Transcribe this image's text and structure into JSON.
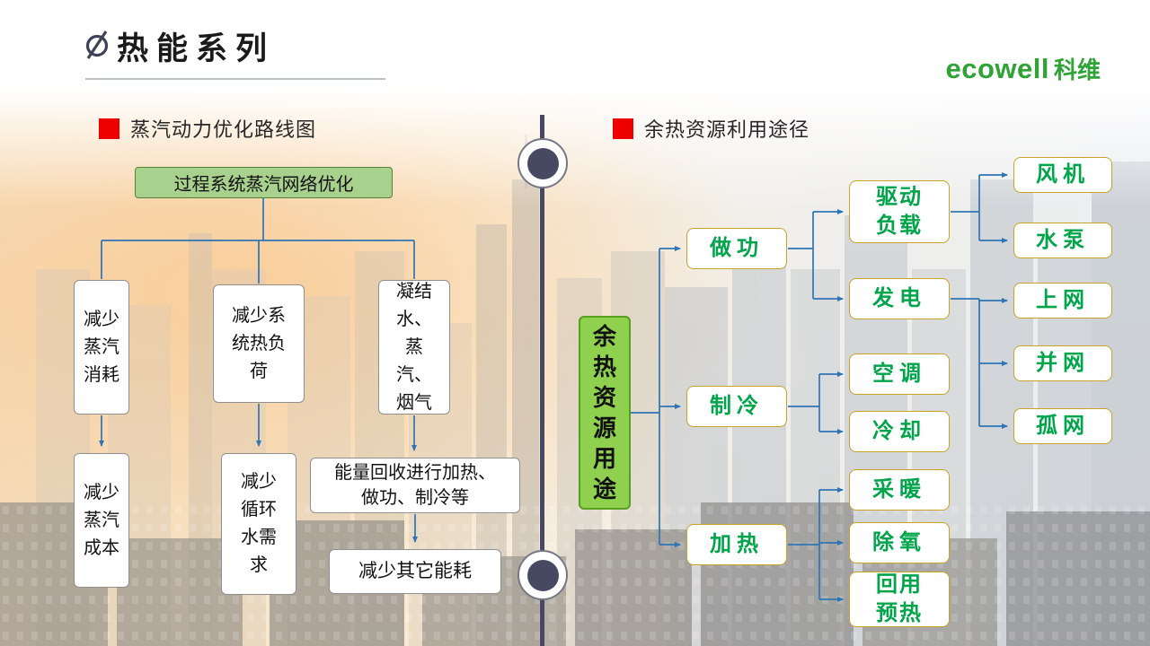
{
  "header": {
    "title": "热能系列",
    "logo": {
      "brand": "ecowell",
      "cn": "科维"
    }
  },
  "left_chart": {
    "heading": "蒸汽动力优化路线图",
    "root": "过程系统蒸汽网络优化",
    "branches": {
      "steam_consumption": "减少蒸汽消耗",
      "system_heat_load": "减少系统热负荷",
      "condensate": "凝结水、蒸汽、烟气"
    },
    "outcomes": {
      "steam_cost": "减少蒸汽成本",
      "circulating_water": "减少循环水需求",
      "energy_recovery": "能量回收进行加热、做功、制冷等",
      "other_energy": "减少其它能耗"
    }
  },
  "right_chart": {
    "heading": "余热资源利用途径",
    "root": "余热资源用途",
    "uses": {
      "work": "做功",
      "cooling": "制冷",
      "heating": "加热"
    },
    "work_targets": {
      "drive_load": "驱动负载",
      "power_generation": "发电"
    },
    "drive_targets": {
      "fan": "风机",
      "pump": "水泵"
    },
    "power_targets": {
      "grid": "上网",
      "grid_tied": "并网",
      "island": "孤网"
    },
    "cooling_targets": {
      "air_conditioning": "空调",
      "chilling": "冷却"
    },
    "heating_targets": {
      "space_heating": "采暖",
      "deaeration": "除氧",
      "reuse_preheat": "回用预热"
    }
  },
  "colors": {
    "accent_blue": "#2e74b5",
    "accent_green_light": "#a9d18e",
    "accent_green_bright": "#8fd04f",
    "gold_border": "#c9a227",
    "green_text": "#00a44a",
    "red_bullet": "#ee0000",
    "divider_navy": "#474962"
  }
}
